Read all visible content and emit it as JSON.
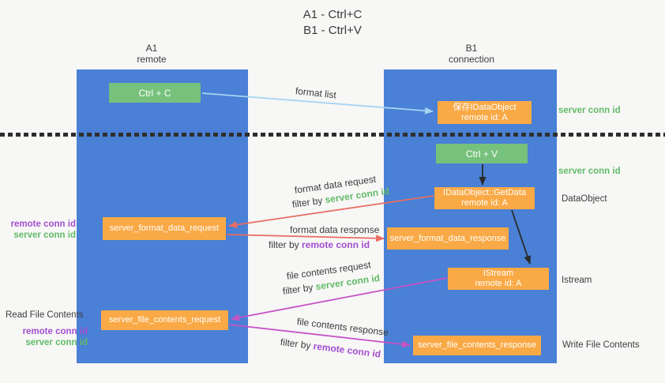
{
  "title": {
    "line1": "A1 - Ctrl+C",
    "line2": "B1 - Ctrl+V"
  },
  "columns": {
    "left": {
      "name": "A1",
      "role": "remote"
    },
    "right": {
      "name": "B1",
      "role": "connection"
    }
  },
  "nodes": {
    "ctrl_c": {
      "label": "Ctrl + C"
    },
    "ctrl_v": {
      "label": "Ctrl + V"
    },
    "save_dataobject": {
      "line1": "保存IDataObject",
      "line2": "remote id: A"
    },
    "getdata": {
      "line1": "IDataObject::GetData",
      "line2": "remote id: A"
    },
    "istream": {
      "line1": "IStream",
      "line2": "remote id: A"
    },
    "server_format_data_request": {
      "label": "server_format_data_request"
    },
    "server_format_data_response": {
      "label": "server_format_data_response"
    },
    "server_file_contents_request": {
      "label": "server_file_contents_request"
    },
    "server_file_contents_response": {
      "label": "server_file_contents_response"
    }
  },
  "arrow_labels": {
    "format_list": "format list",
    "format_data_request": "format data request",
    "format_data_response": "format data response",
    "file_contents_request": "file contents request",
    "file_contents_response": "file contents response",
    "filter_by": "filter by ",
    "server_conn_id": "server conn id",
    "remote_conn_id": "remote conn id"
  },
  "side_labels": {
    "server_conn_id_top": "server conn id",
    "server_conn_id_middle": "server conn id",
    "dataobject": "DataObject",
    "istream": "Istream",
    "write_file_contents": "Write File Contents",
    "read_file_contents": "Read File Contents",
    "remote_conn_id_left_top": "remote conn id",
    "server_conn_id_left_top": "server conn id",
    "remote_conn_id_left_bottom": "remote conn id",
    "server_conn_id_left_bottom": "server conn id"
  },
  "colors": {
    "lifeline_blue": "#4a80d5",
    "action_green": "#76c17c",
    "node_orange": "#f9a945",
    "arrow_blue": "#a6d3f0",
    "arrow_red": "#e96c62",
    "arrow_magenta": "#c653c6",
    "arrow_black": "#2b2b2b",
    "label_green": "#62bb67",
    "label_purple": "#a44fd1",
    "text_dark": "#3d3d3d",
    "background": "#f7f7f6"
  }
}
